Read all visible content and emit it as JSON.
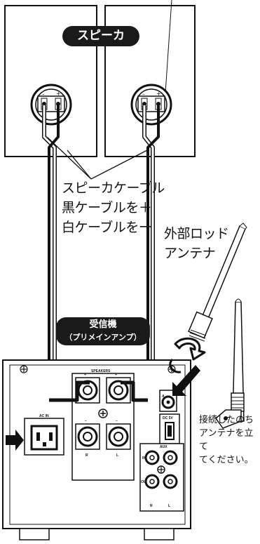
{
  "speaker_label": "スピーカ",
  "speaker_cable_note": [
    "スピーカケーブル",
    "黒ケーブルを＋",
    "白ケーブルをー"
  ],
  "antenna_label": [
    "外部ロッド",
    "アンテナ"
  ],
  "receiver_label": [
    "受信機",
    "（プリメインアンプ）"
  ],
  "antenna_instruction": [
    "接続したのち",
    "アンテナを立て",
    "てください。"
  ],
  "panel_labels": {
    "speakers": "SPEAKERS",
    "ac_in": "AC IN",
    "dc": "DC 5V",
    "aux": "AUX",
    "in": "IN",
    "out": "OUT",
    "r": "R",
    "l": "L",
    "ant": "A",
    "plus": "+",
    "minus": "–"
  }
}
